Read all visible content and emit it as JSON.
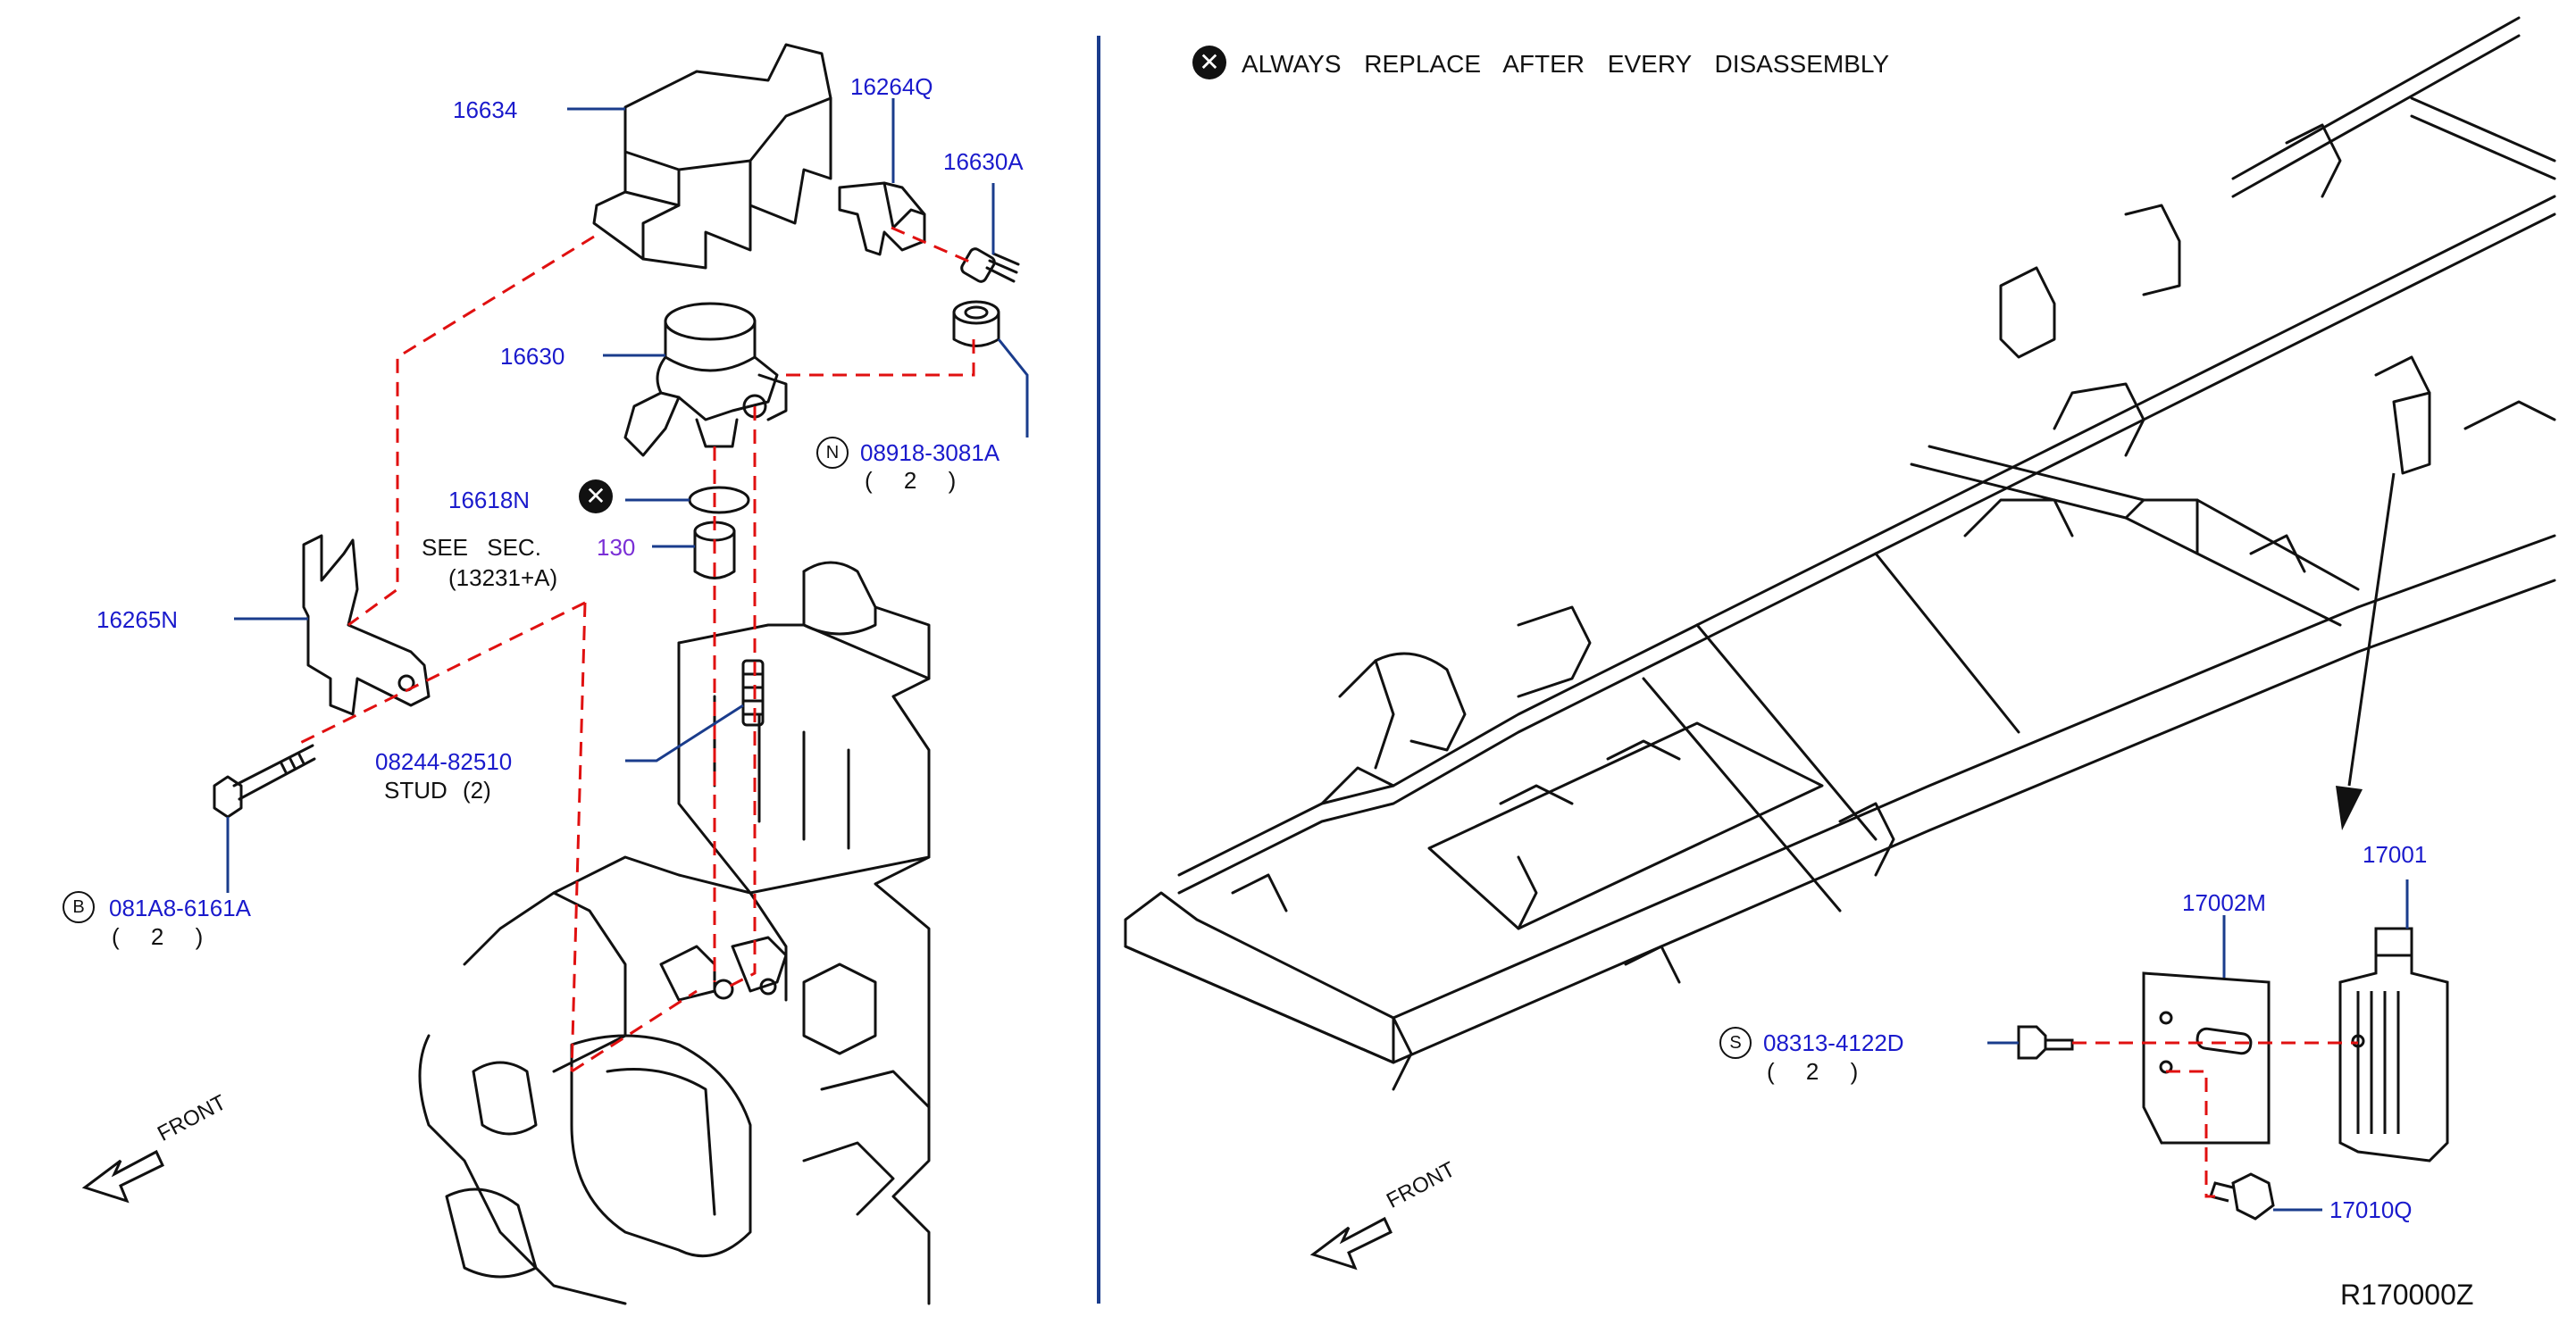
{
  "note": {
    "text": "ALWAYS REPLACE AFTER EVERY DISASSEMBLY",
    "symbol": "x-circle"
  },
  "left_panel": {
    "front_label": "FRONT",
    "see_section": {
      "line1": "SEE SEC.",
      "line2": "(13231+A)"
    },
    "parts": [
      {
        "id": "p16634",
        "number": "16634"
      },
      {
        "id": "p16264Q",
        "number": "16264Q"
      },
      {
        "id": "p16630A",
        "number": "16630A"
      },
      {
        "id": "p16630",
        "number": "16630"
      },
      {
        "id": "p08918",
        "number": "08918-3081A",
        "prefix": "N",
        "qty": "( 2 )"
      },
      {
        "id": "p16618N",
        "number": "16618N",
        "replace_always": true
      },
      {
        "id": "p130",
        "number": "130"
      },
      {
        "id": "p16265N",
        "number": "16265N"
      },
      {
        "id": "p08244",
        "number": "08244-82510",
        "sub": "STUD (2)"
      },
      {
        "id": "p081A8",
        "number": "081A8-6161A",
        "prefix": "B",
        "qty": "( 2 )"
      }
    ]
  },
  "right_panel": {
    "front_label": "FRONT",
    "parts": [
      {
        "id": "p17001",
        "number": "17001"
      },
      {
        "id": "p17002M",
        "number": "17002M"
      },
      {
        "id": "p08313",
        "number": "08313-4122D",
        "prefix": "S",
        "qty": "( 2 )"
      },
      {
        "id": "p17010Q",
        "number": "17010Q"
      }
    ]
  },
  "diagram_code": "R170000Z",
  "colors": {
    "part_number": "#1a1acc",
    "section_ref": "#7a2fd6",
    "leader": "#1a3c8c",
    "dashed": "#e01010",
    "line": "#111111"
  }
}
